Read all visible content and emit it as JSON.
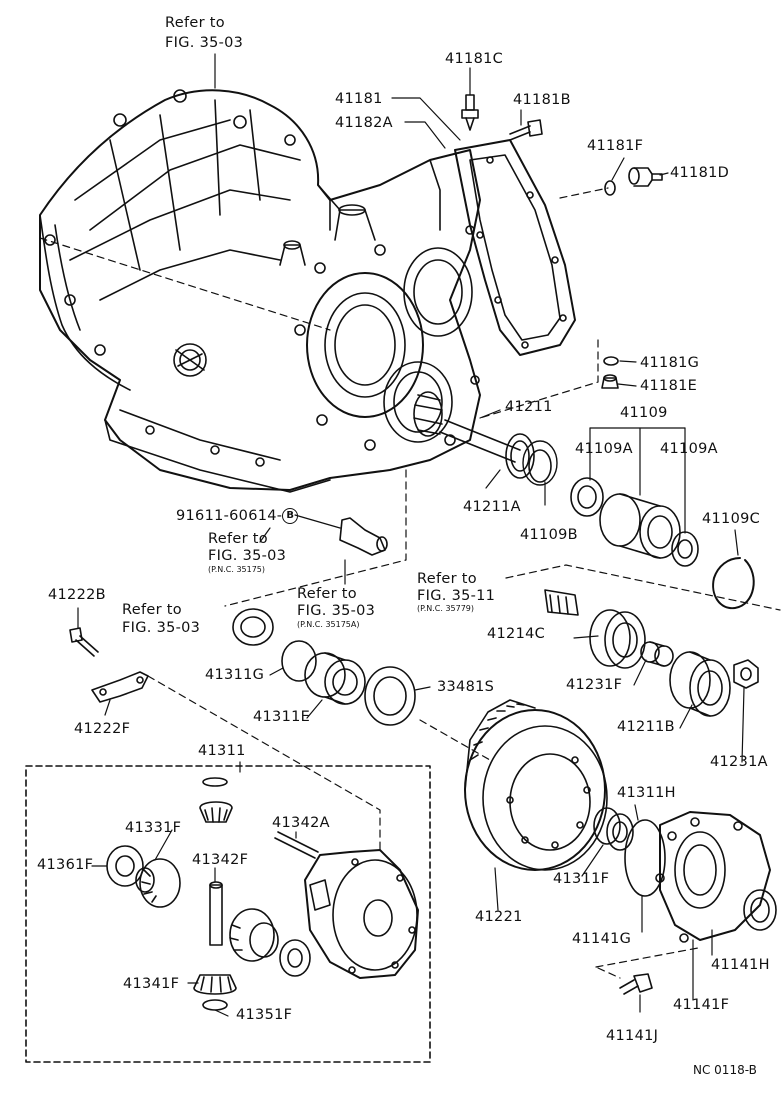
{
  "refs": {
    "fig3503_top": {
      "line1": "Refer to",
      "line2": "FIG. 35-03"
    },
    "fig3503_mid": {
      "line1": "Refer to",
      "line2": "FIG. 35-03",
      "pnc": "(P.N.C. 35175)"
    },
    "fig3503_mid2": {
      "line1": "Refer to",
      "line2": "FIG. 35-03",
      "pnc": "(P.N.C. 35175A)"
    },
    "fig3503_left": {
      "line1": "Refer to",
      "line2": "FIG. 35-03"
    },
    "fig3511": {
      "line1": "Refer to",
      "line2": "FIG. 35-11",
      "pnc": "(P.N.C. 35779)"
    }
  },
  "parts": {
    "p41181C": "41181C",
    "p41181B": "41181B",
    "p41181": "41181",
    "p41182A": "41182A",
    "p41181F": "41181F",
    "p41181D": "41181D",
    "p41181G": "41181G",
    "p41181E": "41181E",
    "p41211": "41211",
    "p41109": "41109",
    "p41109A_l": "41109A",
    "p41109A_r": "41109A",
    "p41211A": "41211A",
    "p41109B": "41109B",
    "p41109C": "41109C",
    "p91611": "91611-60614-",
    "p91611_mark": "B",
    "p41222B": "41222B",
    "p41222F": "41222F",
    "p41311G": "41311G",
    "p41311E": "41311E",
    "p33481S": "33481S",
    "p41214C": "41214C",
    "p41231F": "41231F",
    "p41211B": "41211B",
    "p41231A": "41231A",
    "p41311": "41311",
    "p41331F": "41331F",
    "p41342A": "41342A",
    "p41361F": "41361F",
    "p41342F": "41342F",
    "p41341F": "41341F",
    "p41351F": "41351F",
    "p41311H": "41311H",
    "p41311F": "41311F",
    "p41221": "41221",
    "p41141G": "41141G",
    "p41141H": "41141H",
    "p41141F": "41141F",
    "p41141J": "41141J"
  },
  "footer": {
    "code": "NC 0118-B"
  }
}
